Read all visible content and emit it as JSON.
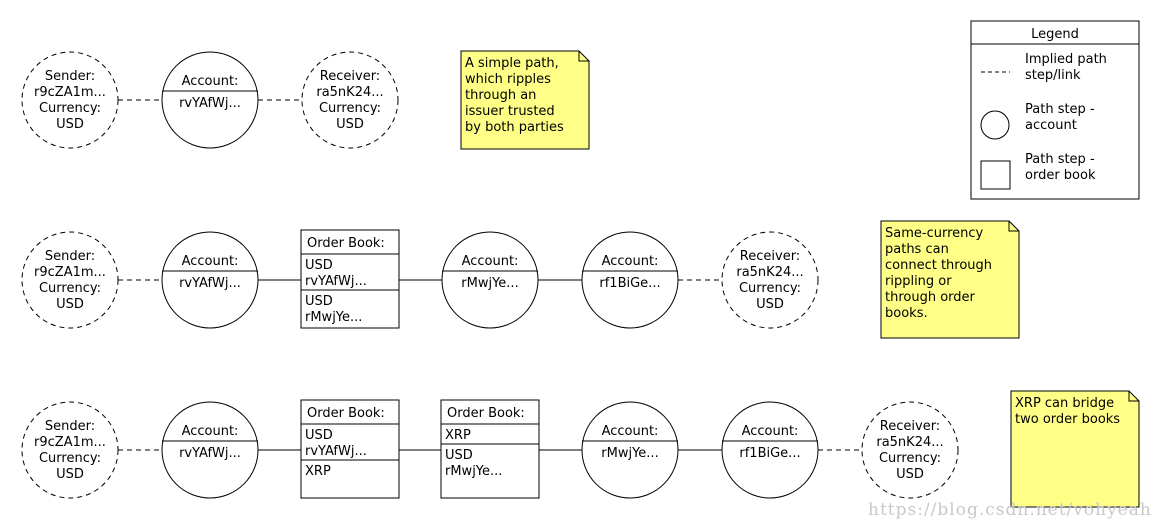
{
  "legend": {
    "title": "Legend",
    "items": [
      {
        "kind": "implied",
        "label": "Implied path\nstep/link"
      },
      {
        "kind": "account",
        "label": "Path step -\naccount"
      },
      {
        "kind": "orderbook",
        "label": "Path step -\norder book"
      }
    ]
  },
  "rows": [
    {
      "nodes": [
        {
          "type": "party",
          "lines": [
            "Sender:",
            "r9cZA1m...",
            "Currency:",
            "USD"
          ]
        },
        {
          "type": "account",
          "title": "Account:",
          "value": "rvYAfWj..."
        },
        {
          "type": "party",
          "lines": [
            "Receiver:",
            "ra5nK24...",
            "Currency:",
            "USD"
          ]
        }
      ],
      "note": "A simple path,\nwhich ripples\nthrough an\nissuer trusted\nby both parties"
    },
    {
      "nodes": [
        {
          "type": "party",
          "lines": [
            "Sender:",
            "r9cZA1m...",
            "Currency:",
            "USD"
          ]
        },
        {
          "type": "account",
          "title": "Account:",
          "value": "rvYAfWj..."
        },
        {
          "type": "book",
          "title": "Order Book:",
          "sections": [
            [
              "USD",
              "rvYAfWj..."
            ],
            [
              "USD",
              "rMwjYe..."
            ]
          ]
        },
        {
          "type": "account",
          "title": "Account:",
          "value": "rMwjYe..."
        },
        {
          "type": "account",
          "title": "Account:",
          "value": "rf1BiGe..."
        },
        {
          "type": "party",
          "lines": [
            "Receiver:",
            "ra5nK24...",
            "Currency:",
            "USD"
          ]
        }
      ],
      "note": "Same-currency\npaths can\nconnect through\nrippling or\nthrough order\nbooks."
    },
    {
      "nodes": [
        {
          "type": "party",
          "lines": [
            "Sender:",
            "r9cZA1m...",
            "Currency:",
            "USD"
          ]
        },
        {
          "type": "account",
          "title": "Account:",
          "value": "rvYAfWj..."
        },
        {
          "type": "book",
          "title": "Order Book:",
          "sections": [
            [
              "USD",
              "rvYAfWj..."
            ],
            [
              "XRP"
            ]
          ]
        },
        {
          "type": "book",
          "title": "Order Book:",
          "sections": [
            [
              "XRP"
            ],
            [
              "USD",
              "rMwjYe..."
            ]
          ]
        },
        {
          "type": "account",
          "title": "Account:",
          "value": "rMwjYe..."
        },
        {
          "type": "account",
          "title": "Account:",
          "value": "rf1BiGe..."
        },
        {
          "type": "party",
          "lines": [
            "Receiver:",
            "ra5nK24...",
            "Currency:",
            "USD"
          ]
        }
      ],
      "note": "XRP can bridge\ntwo order books"
    }
  ],
  "watermark": "https://blog.csdn.net/vohyeah",
  "colors": {
    "note_fill": "#ffff88",
    "stroke": "#000000",
    "background": "#ffffff"
  }
}
